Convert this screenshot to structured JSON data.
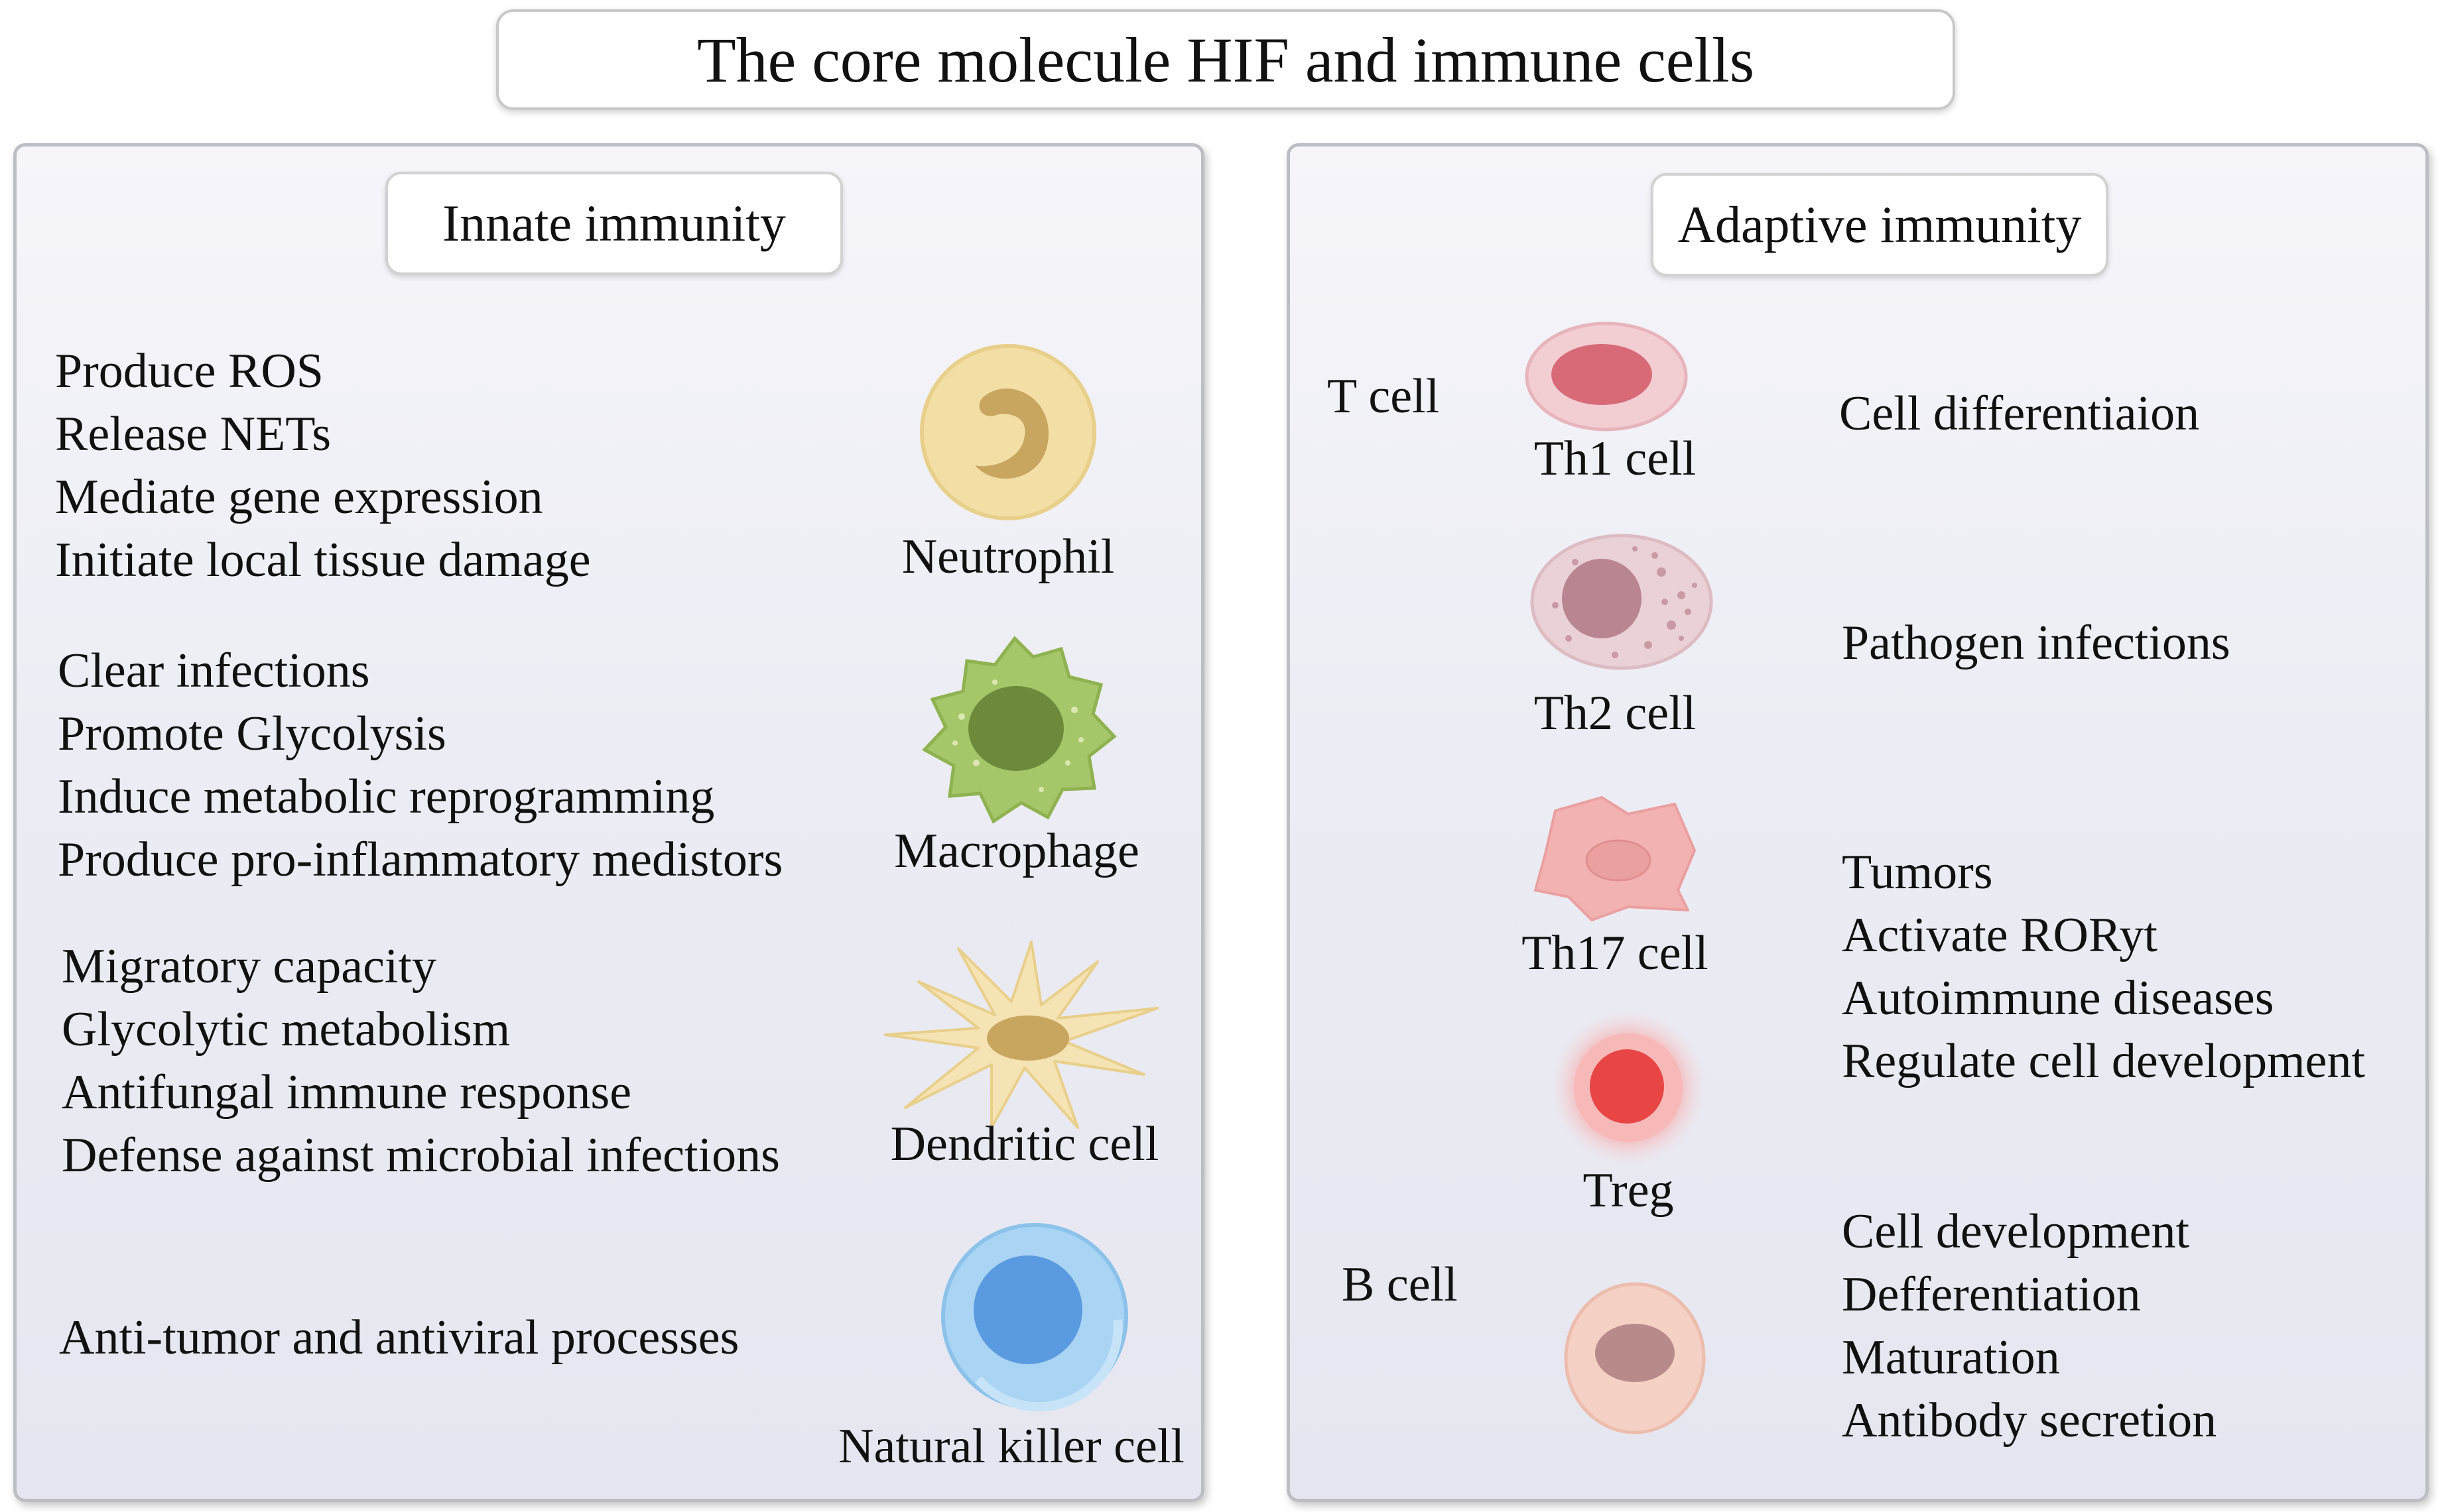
{
  "title": "The core molecule HIF and immune cells",
  "innate": {
    "header": "Innate immunity",
    "cells": [
      {
        "name": "Neutrophil",
        "icon": "neutrophil-icon",
        "functions": [
          "Produce ROS",
          "Release NETs",
          "Mediate gene expression",
          "Initiate local tissue damage"
        ]
      },
      {
        "name": "Macrophage",
        "icon": "macrophage-icon",
        "functions": [
          "Clear infections",
          "Promote Glycolysis",
          "Induce metabolic reprogramming",
          "Produce pro-inflammatory medistors"
        ]
      },
      {
        "name": "Dendritic cell",
        "icon": "dendritic-cell-icon",
        "functions": [
          "Migratory capacity",
          "Glycolytic metabolism",
          "Antifungal immune response",
          "Defense against microbial infections"
        ]
      },
      {
        "name": "Natural  killer cell",
        "icon": "nk-cell-icon",
        "functions": [
          "Anti-tumor and antiviral processes"
        ]
      }
    ]
  },
  "adaptive": {
    "header": "Adaptive immunity",
    "t_cell_label": "T cell",
    "b_cell_label": "B cell",
    "cells": [
      {
        "name": "Th1 cell",
        "icon": "th1-cell-icon"
      },
      {
        "name": "Th2 cell",
        "icon": "th2-cell-icon"
      },
      {
        "name": "Th17 cell",
        "icon": "th17-cell-icon"
      },
      {
        "name": "Treg",
        "icon": "treg-cell-icon"
      },
      {
        "name": "",
        "icon": "b-cell-icon"
      }
    ],
    "functions": {
      "th1": [
        "Cell differentiaion"
      ],
      "th2": [
        "Pathogen infections"
      ],
      "th17_treg": [
        "Tumors",
        "Activate RORyt",
        "Autoimmune diseases",
        "Regulate cell development"
      ],
      "b_cell": [
        "Cell development",
        "Defferentiation",
        "Maturation",
        "Antibody secretion"
      ]
    }
  },
  "colors": {
    "panel_border": "#bdbdc4",
    "neutrophil": "#f3dfa6",
    "macrophage": "#a6c66a",
    "dendritic": "#f3dfa6",
    "nk": "#5a9ae0",
    "th1": "#d86a78",
    "th2": "#c98c98",
    "th17": "#f0a2a2",
    "treg": "#e84545",
    "b_cell": "#e7a08c"
  }
}
